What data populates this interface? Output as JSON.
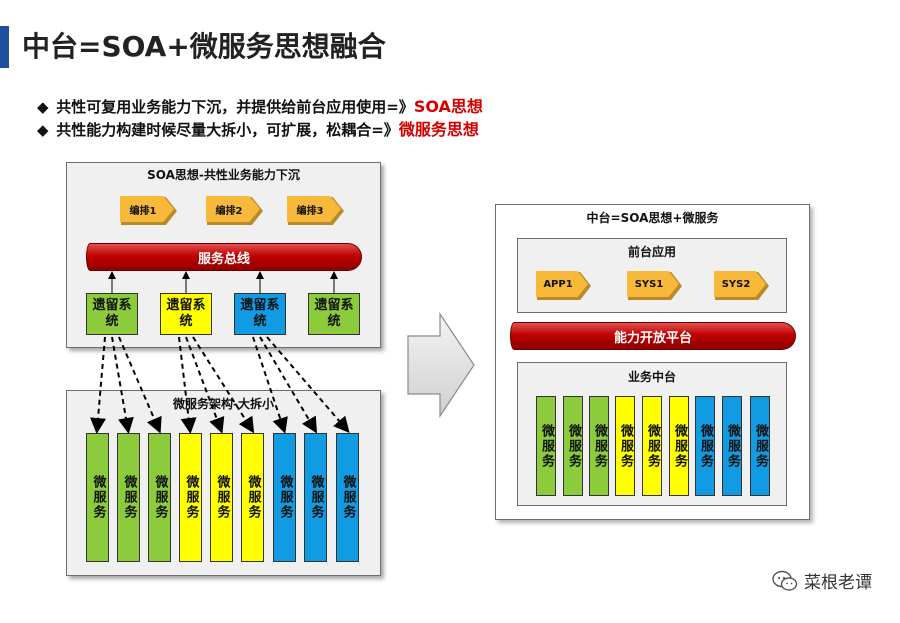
{
  "title": "中台=SOA+微服务思想融合",
  "bullets": [
    {
      "marker": "◆",
      "text": "共性可复用业务能力下沉，并提供给前台应用使用=》",
      "highlight": "SOA思想"
    },
    {
      "marker": "◆",
      "text": "共性能力构建时候尽量大拆小，可扩展，松耦合=》",
      "highlight": "微服务思想"
    }
  ],
  "soa_panel": {
    "title": "SOA思想-共性业务能力下沉",
    "orchestrations": [
      "编排1",
      "编排2",
      "编排3"
    ],
    "bus_label": "服务总线",
    "legacy_systems": [
      {
        "label": "遗留系统",
        "color": "green"
      },
      {
        "label": "遗留系统",
        "color": "yellow"
      },
      {
        "label": "遗留系统",
        "color": "blue"
      },
      {
        "label": "遗留系统",
        "color": "green"
      }
    ]
  },
  "micro_panel": {
    "title": "微服务架构-大拆小",
    "services": [
      {
        "label": "微服务",
        "color": "green"
      },
      {
        "label": "微服务",
        "color": "green"
      },
      {
        "label": "微服务",
        "color": "green"
      },
      {
        "label": "微服务",
        "color": "yellow"
      },
      {
        "label": "微服务",
        "color": "yellow"
      },
      {
        "label": "微服务",
        "color": "yellow"
      },
      {
        "label": "微服务",
        "color": "blue"
      },
      {
        "label": "微服务",
        "color": "blue"
      },
      {
        "label": "微服务",
        "color": "blue"
      }
    ]
  },
  "right_panel": {
    "title": "中台=SOA思想+微服务",
    "front_title": "前台应用",
    "front_apps": [
      "APP1",
      "SYS1",
      "SYS2"
    ],
    "platform_label": "能力开放平台",
    "business_title": "业务中台",
    "services": [
      {
        "label": "微服务",
        "color": "green"
      },
      {
        "label": "微服务",
        "color": "green"
      },
      {
        "label": "微服务",
        "color": "green"
      },
      {
        "label": "微服务",
        "color": "yellow"
      },
      {
        "label": "微服务",
        "color": "yellow"
      },
      {
        "label": "微服务",
        "color": "yellow"
      },
      {
        "label": "微服务",
        "color": "blue"
      },
      {
        "label": "微服务",
        "color": "blue"
      },
      {
        "label": "微服务",
        "color": "blue"
      }
    ]
  },
  "watermark": "菜根老谭",
  "colors": {
    "green": "#8ccc3c",
    "yellow": "#ffff00",
    "blue": "#119be3",
    "bus": "#c00000",
    "arrow": "#f8b93a",
    "highlight": "#d40000",
    "title_bar": "#1f4e9c"
  }
}
